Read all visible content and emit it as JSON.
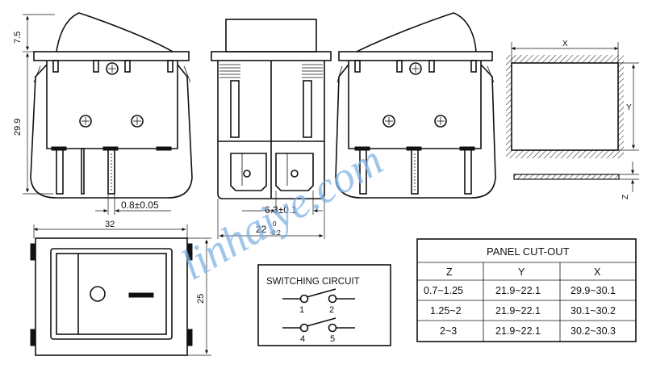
{
  "watermark": "linhaiye.com",
  "dimensions": {
    "top_height": "7.5",
    "body_height": "29.9",
    "pin_width": "0.8±0.05",
    "terminal_width": "6.3±0.1",
    "side_width_main": "22",
    "side_width_tol_upper": "0",
    "side_width_tol_lower": "-0.2",
    "front_width": "32",
    "front_height": "25"
  },
  "panel_labels": {
    "x": "X",
    "y": "Y",
    "z": "Z"
  },
  "switching_circuit": {
    "title": "SWITCHING CIRCUIT",
    "pins": [
      "1",
      "2",
      "4",
      "5"
    ]
  },
  "panel_cutout": {
    "title": "PANEL CUT-OUT",
    "headers": [
      "Z",
      "Y",
      "X"
    ],
    "rows": [
      [
        "0.7~1.25",
        "21.9~22.1",
        "29.9~30.1"
      ],
      [
        "1.25~2",
        "21.9~22.1",
        "30.1~30.2"
      ],
      [
        "2~3",
        "21.9~22.1",
        "30.2~30.3"
      ]
    ]
  },
  "colors": {
    "line": "#111111",
    "watermark": "#7fb2e5"
  }
}
